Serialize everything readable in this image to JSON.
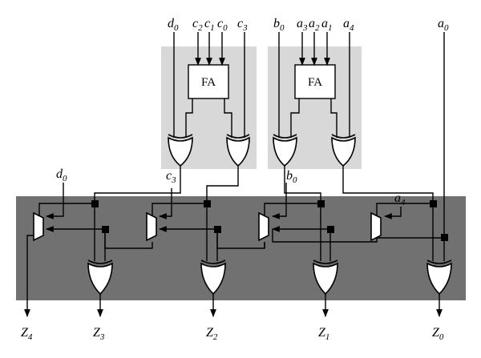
{
  "diagram": {
    "blocks": {
      "full_adder_left": "FA",
      "full_adder_right": "FA"
    },
    "top_inputs": [
      {
        "base": "d",
        "sub": "0"
      },
      {
        "base": "c",
        "sub": "2"
      },
      {
        "base": "c",
        "sub": "1"
      },
      {
        "base": "c",
        "sub": "0"
      },
      {
        "base": "c",
        "sub": "3"
      },
      {
        "base": "b",
        "sub": "0"
      },
      {
        "base": "a",
        "sub": "3"
      },
      {
        "base": "a",
        "sub": "2"
      },
      {
        "base": "a",
        "sub": "1"
      },
      {
        "base": "a",
        "sub": "4"
      },
      {
        "base": "a",
        "sub": "0"
      }
    ],
    "mid_labels": [
      {
        "base": "d",
        "sub": "0"
      },
      {
        "base": "c",
        "sub": "3"
      },
      {
        "base": "b",
        "sub": "0"
      },
      {
        "base": "a",
        "sub": "4"
      }
    ],
    "outputs": [
      {
        "base": "Z",
        "sub": "4"
      },
      {
        "base": "Z",
        "sub": "3"
      },
      {
        "base": "Z",
        "sub": "2"
      },
      {
        "base": "Z",
        "sub": "1"
      },
      {
        "base": "Z",
        "sub": "0"
      }
    ],
    "colors": {
      "light_panel": "#d8d8d8",
      "dark_panel": "#717171",
      "wire": "#000000",
      "gate_fill": "#ffffff"
    }
  }
}
